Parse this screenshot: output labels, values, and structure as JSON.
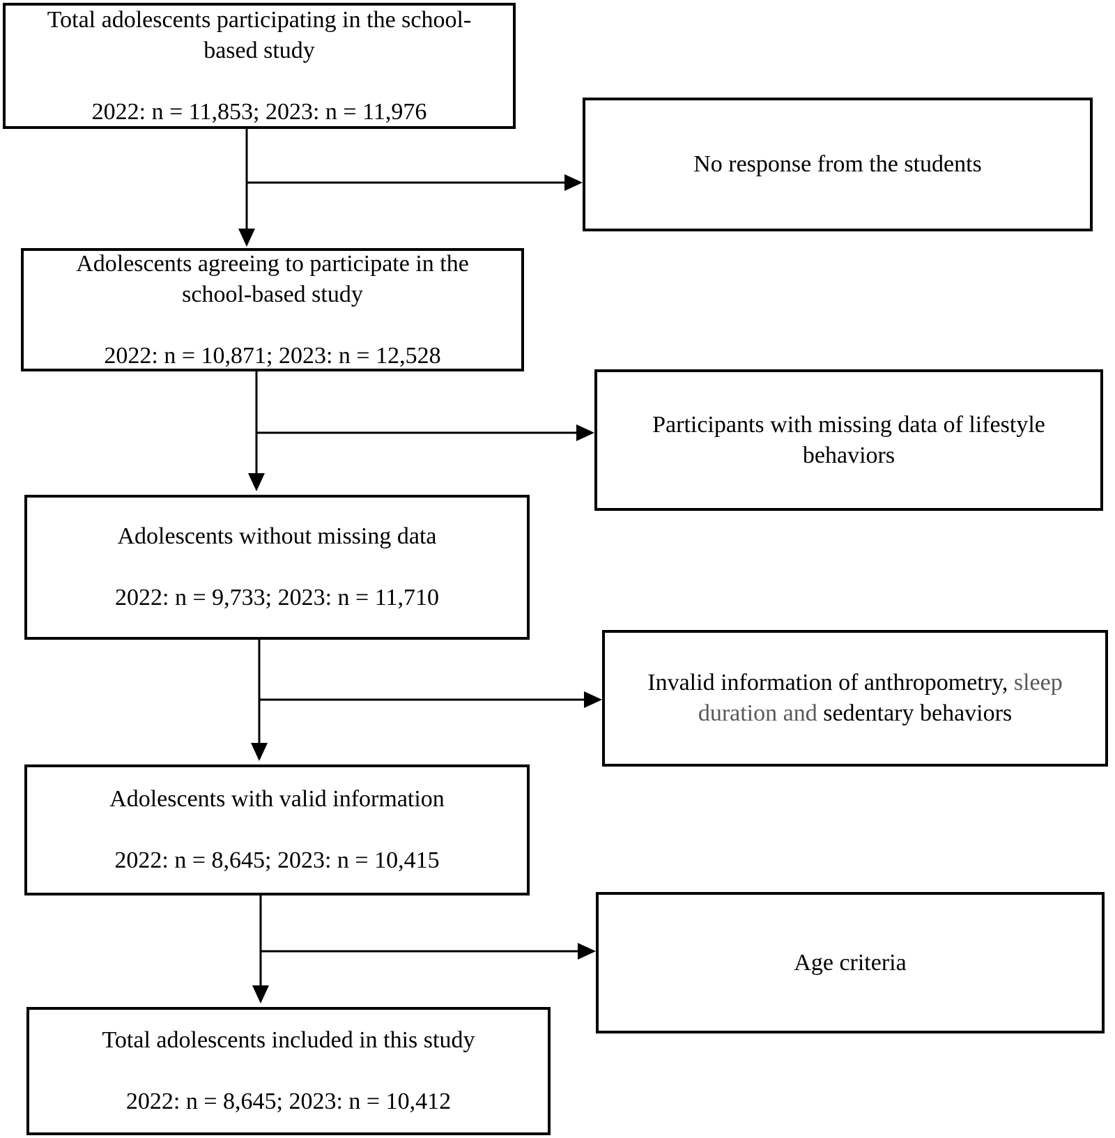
{
  "flowchart": {
    "colors": {
      "border": "#000000",
      "text": "#000000",
      "muted_text": "#595959",
      "background": "#ffffff"
    },
    "left_boxes": [
      {
        "lines": [
          "Total adolescents participating in the school-",
          "based study"
        ],
        "stats": "2022: n = 11,853; 2023: n = 11,976"
      },
      {
        "lines": [
          "Adolescents agreeing to participate in the",
          "school-based study"
        ],
        "stats": "2022: n = 10,871; 2023: n = 12,528"
      },
      {
        "lines": [
          "Adolescents without missing data"
        ],
        "stats": "2022: n = 9,733; 2023: n = 11,710"
      },
      {
        "lines": [
          "Adolescents with valid information"
        ],
        "stats": "2022: n = 8,645; 2023: n = 10,415"
      },
      {
        "lines": [
          "Total adolescents included in this study"
        ],
        "stats": "2022: n = 8,645; 2023: n = 10,412"
      }
    ],
    "right_boxes": [
      {
        "lines": [
          "No response from the students"
        ]
      },
      {
        "lines": [
          "Participants with missing data of lifestyle",
          "behaviors"
        ]
      },
      {
        "segments": {
          "line1_black": "Invalid information of anthropometry, ",
          "line1_gray": "sleep",
          "line2_gray": "duration and ",
          "line2_black": "sedentary behaviors"
        }
      },
      {
        "lines": [
          "Age criteria"
        ]
      }
    ]
  }
}
